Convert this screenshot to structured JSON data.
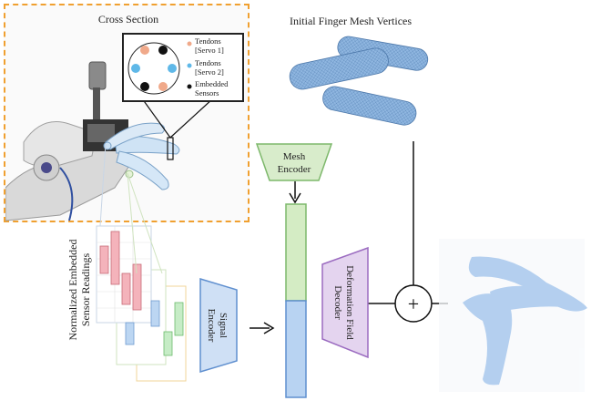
{
  "cross_section": {
    "title": "Cross Section",
    "legend": {
      "tendons_servo1": [
        "Tendons",
        "[Servo 1]"
      ],
      "tendons_servo2": [
        "Tendons",
        "[Servo 2]"
      ],
      "embedded_sensors": [
        "Embedded",
        "Sensors"
      ]
    }
  },
  "mesh": {
    "title": "Initial Finger Mesh Vertices",
    "encoder_label": [
      "Mesh",
      "Encoder"
    ]
  },
  "signal": {
    "axis_label": [
      "Normalized Embedded",
      "Sensor Readings"
    ],
    "encoder_label": [
      "Signal",
      "Encoder"
    ]
  },
  "decoder": {
    "label": [
      "Deformation Field",
      "Decoder"
    ]
  },
  "operator": {
    "symbol": "+"
  },
  "colors": {
    "frame_border": "#f0a030",
    "tendon_servo1": "#f0a98a",
    "tendon_servo2": "#5fb8e8",
    "sensor": "#111111",
    "mesh_encoder_fill": "#d8eccb",
    "mesh_encoder_stroke": "#7db86b",
    "signal_encoder_fill": "#cfe0f5",
    "signal_encoder_stroke": "#5f8fcf",
    "decoder_fill": "#e4d4ef",
    "decoder_stroke": "#9b6bc0",
    "latent_green": "#d4ecc4",
    "latent_blue": "#b8d3f2",
    "finger_blue": "#9cc0ea"
  },
  "icons": [
    "robot-hand-photo",
    "finger-mesh-icon",
    "deformed-finger-icon",
    "plus-circle-icon"
  ]
}
